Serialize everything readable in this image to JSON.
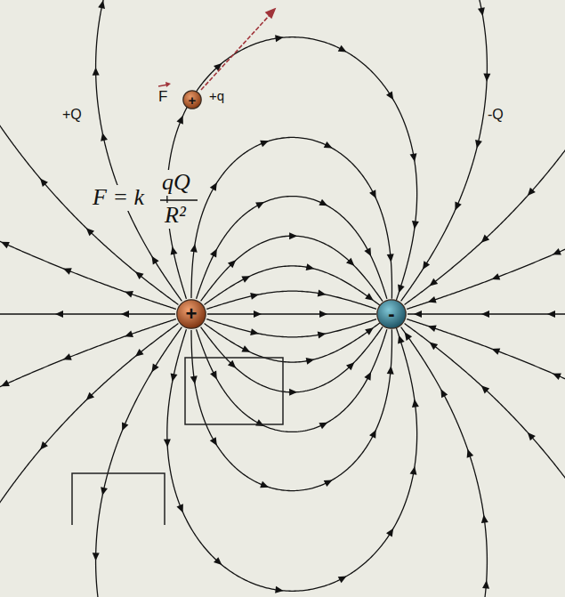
{
  "diagram": {
    "nodes": [
      {
        "text": [
          "+"
        ]
      },
      {
        "text": [
          "+"
        ]
      },
      {
        "text": [
          "-"
        ]
      }
    ],
    "labels": [
      "F",
      "+q",
      "+Q",
      "-Q",
      "F = k",
      "qQ",
      "R²"
    ]
  }
}
